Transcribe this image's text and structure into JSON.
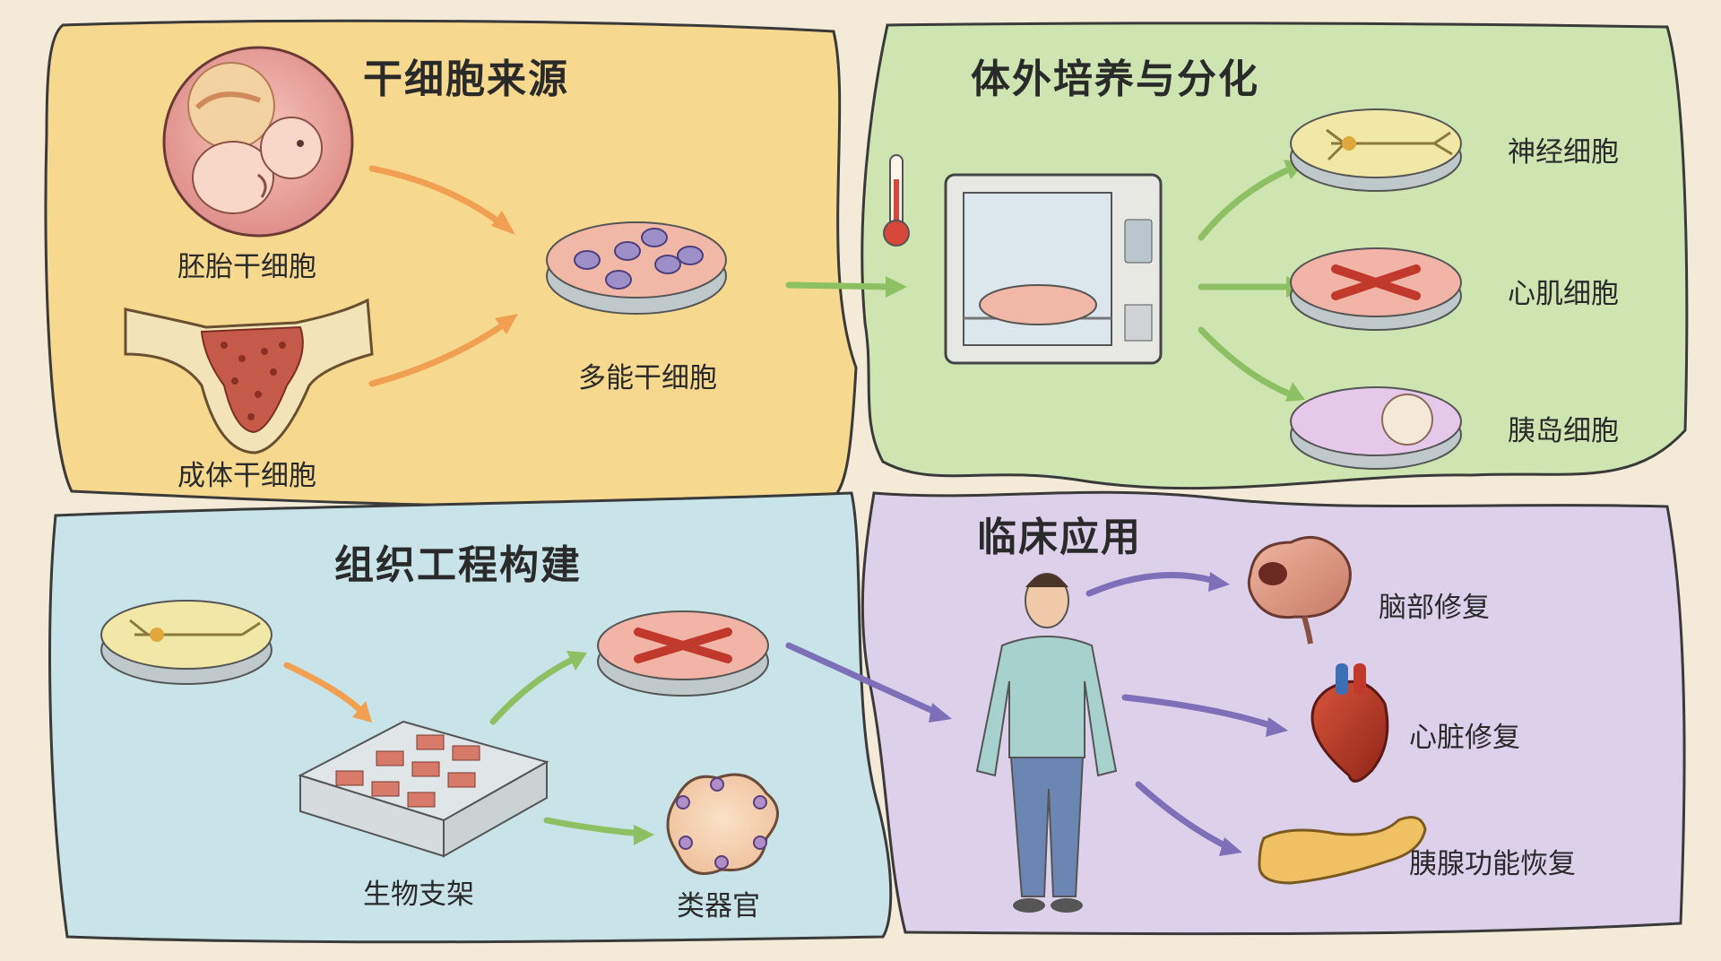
{
  "panels": {
    "sources": {
      "title": "干细胞来源",
      "embryonic": "胚胎干细胞",
      "adult": "成体干细胞",
      "pluripotent": "多能干细胞"
    },
    "culture": {
      "title": "体外培养与分化",
      "neuron": "神经细胞",
      "cardiomyocyte": "心肌细胞",
      "islet": "胰岛细胞"
    },
    "tissue": {
      "title": "组织工程构建",
      "scaffold": "生物支架",
      "organoid": "类器官"
    },
    "clinical": {
      "title": "临床应用",
      "brain": "脑部修复",
      "heart": "心脏修复",
      "pancreas": "胰腺功能恢复"
    }
  },
  "colors": {
    "sources_bg": "#f6d98f",
    "culture_bg": "#cfe5b1",
    "tissue_bg": "#c9e4e8",
    "clinical_bg": "#ddd0ea",
    "arrow_orange": "#f0a050",
    "arrow_green": "#8cc063",
    "arrow_purple": "#7d6fb8"
  }
}
